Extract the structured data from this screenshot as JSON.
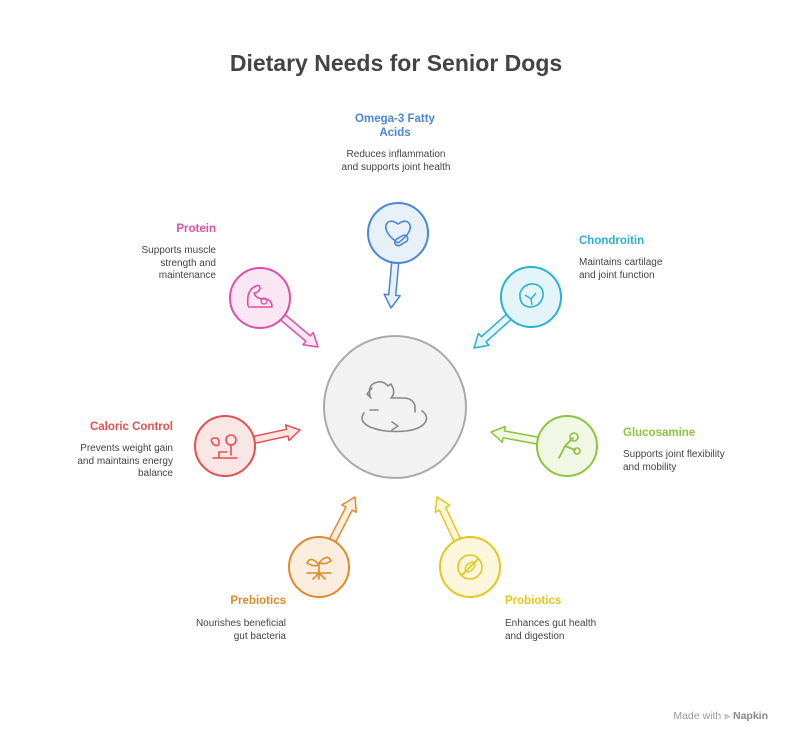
{
  "title": "Dietary Needs for Senior Dogs",
  "center": {
    "icon": "dog-icon"
  },
  "items": [
    {
      "key": "omega3",
      "label": "Omega-3 Fatty Acids",
      "desc": "Reduces inflammation and supports joint health",
      "color": "#4a86d9",
      "fill": "#e8f0fa",
      "icon": "heart-pill-icon"
    },
    {
      "key": "chondroitin",
      "label": "Chondroitin",
      "desc": "Maintains cartilage and joint function",
      "color": "#2ab0d6",
      "fill": "#e4f5fa",
      "icon": "cartilage-icon"
    },
    {
      "key": "glucosamine",
      "label": "Glucosamine",
      "desc": "Supports joint flexibility and mobility",
      "color": "#8cc43e",
      "fill": "#f0f7e4",
      "icon": "bone-joint-icon"
    },
    {
      "key": "probiotics",
      "label": "Probiotics",
      "desc": "Enhances gut health and digestion",
      "color": "#e5c71a",
      "fill": "#fbf6dc",
      "icon": "bacteria-icon"
    },
    {
      "key": "prebiotics",
      "label": "Prebiotics",
      "desc": "Nourishes beneficial gut bacteria",
      "color": "#e08a2c",
      "fill": "#fbeedf",
      "icon": "sprout-icon"
    },
    {
      "key": "caloric",
      "label": "Caloric Control",
      "desc": "Prevents weight gain and maintains energy balance",
      "color": "#e35050",
      "fill": "#fbe6e6",
      "icon": "scale-apple-icon"
    },
    {
      "key": "protein",
      "label": "Protein",
      "desc": "Supports muscle strength and maintenance",
      "color": "#df4fa8",
      "fill": "#fbe6f3",
      "icon": "muscle-icon"
    }
  ],
  "footer": {
    "made_with": "Made with",
    "brand": "Napkin",
    "icon": "napkin-logo-icon"
  }
}
